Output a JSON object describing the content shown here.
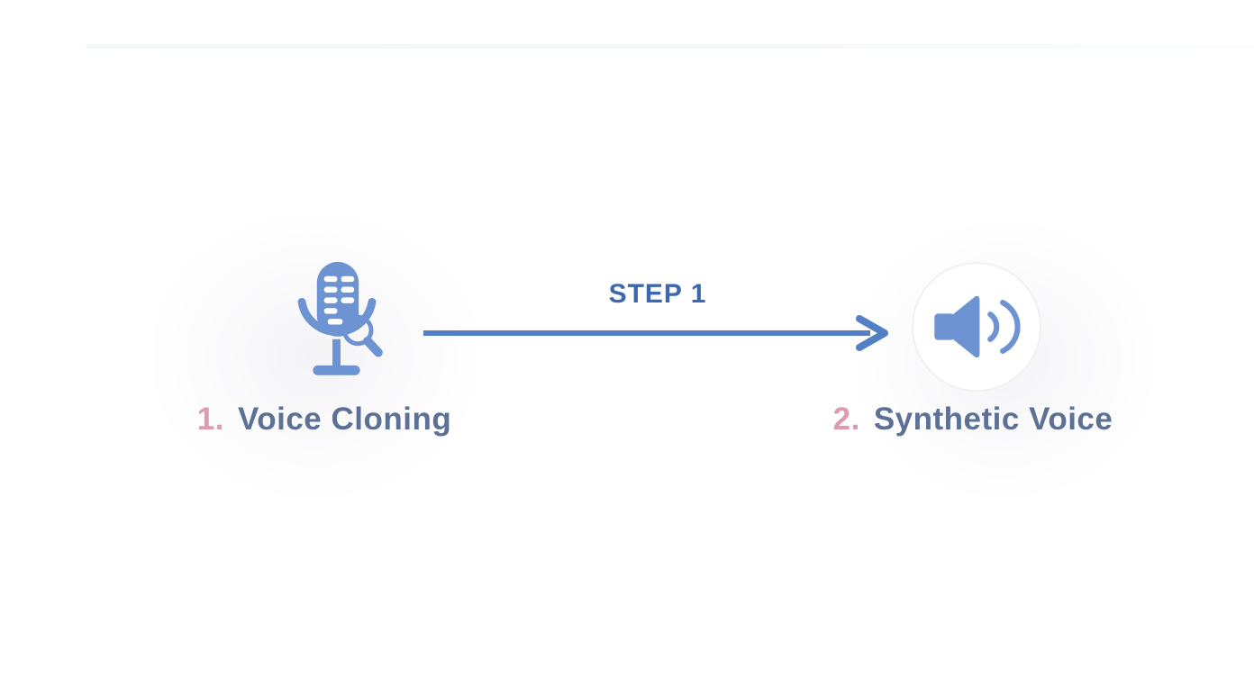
{
  "diagram": {
    "arrow": {
      "label": "STEP 1"
    },
    "nodes": [
      {
        "number": "1.",
        "label": "Voice Cloning",
        "icon": "microphone-icon"
      },
      {
        "number": "2.",
        "label": "Synthetic Voice",
        "icon": "speaker-icon"
      }
    ]
  },
  "colors": {
    "background": "#ffffff",
    "icon_blue": "#6e93d2",
    "arrow_blue": "#5380c4",
    "step_label_blue": "#3d68b0",
    "label_slate": "#5c7195",
    "number_pink": "#de9bac",
    "circle_outline": "#f0f1f4"
  }
}
